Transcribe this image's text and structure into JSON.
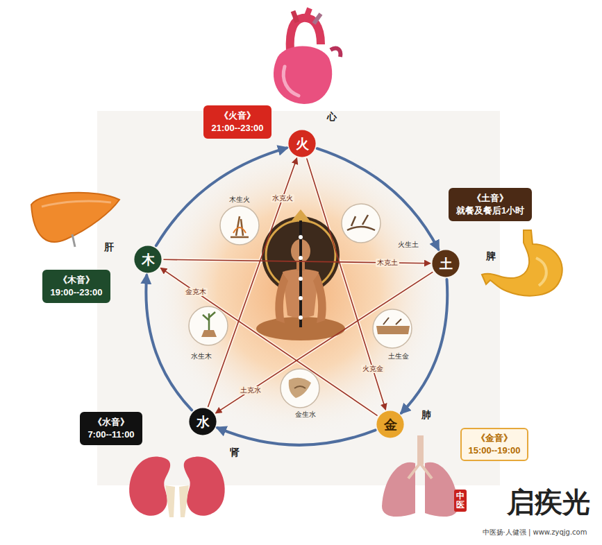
{
  "diagram": {
    "nodes": [
      {
        "text": [
          "《火音》",
          "21:00--23:00"
        ]
      },
      {
        "text": [
          "火"
        ]
      },
      {
        "text": [
          "《土音》",
          "就餐及餐后1小时"
        ]
      },
      {
        "text": [
          "木"
        ]
      },
      {
        "text": [
          "土"
        ]
      },
      {
        "text": [
          "《木音》",
          "19:00--23:00"
        ]
      },
      {
        "text": [
          "《水音》",
          "7:00--11:00"
        ]
      },
      {
        "text": [
          "水"
        ]
      },
      {
        "text": [
          "金"
        ]
      },
      {
        "text": [
          "《金音》",
          "15:00--19:00"
        ]
      },
      {
        "text": [
          "中医"
        ]
      }
    ],
    "edges": [
      {
        "from": 3,
        "to": 1,
        "arrow": "to"
      },
      {
        "from": 1,
        "to": 4,
        "arrow": "to"
      },
      {
        "from": 4,
        "to": 8,
        "arrow": "to"
      },
      {
        "from": 8,
        "to": 7,
        "arrow": "to"
      },
      {
        "from": 7,
        "to": 3,
        "arrow": "to"
      },
      {
        "from": 3,
        "to": 4,
        "label": "木克土",
        "arrow": "to"
      },
      {
        "from": 4,
        "to": 7,
        "label": "土克水",
        "arrow": "to"
      },
      {
        "from": 7,
        "to": 1,
        "label": "水克火",
        "arrow": "to"
      },
      {
        "from": 1,
        "to": 8,
        "label": "火克金",
        "arrow": "to"
      },
      {
        "from": 8,
        "to": 3,
        "label": "金克木",
        "arrow": "to"
      }
    ],
    "labels": [
      "心",
      "木生火",
      "肝",
      "火生土",
      "脾",
      "水生木",
      "土生金",
      "金生水",
      "肺",
      "肾",
      "启疾光",
      "中医扬·人健强 | www.zyqjg.com"
    ]
  }
}
